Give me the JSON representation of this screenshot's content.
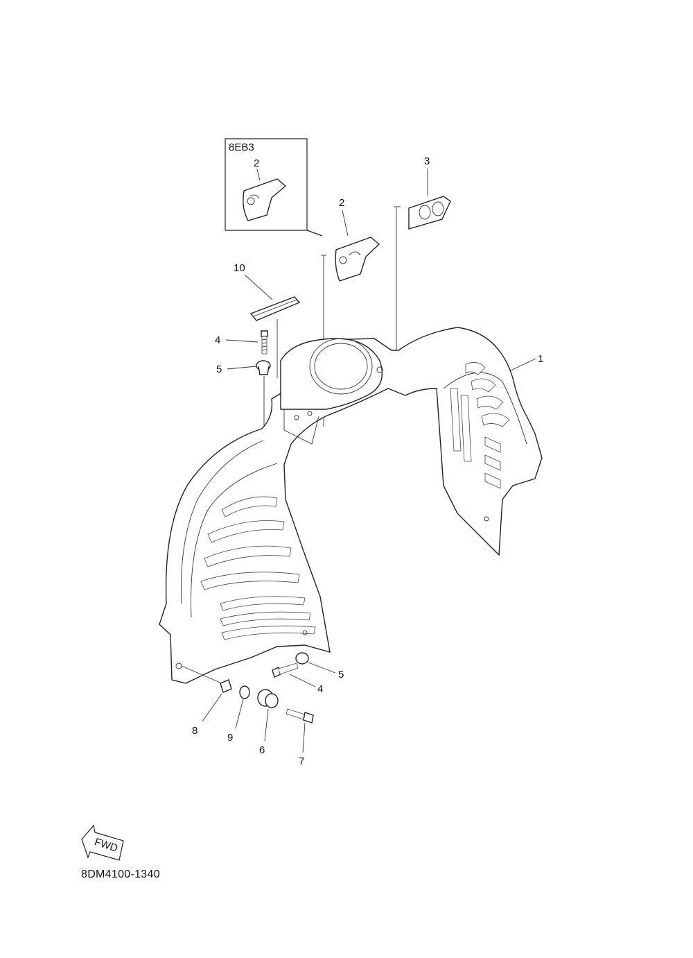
{
  "labels": {
    "inset_code": "8EB3",
    "inset_part": "2",
    "part_1": "1",
    "part_2": "2",
    "part_3": "3",
    "part_4_top": "4",
    "part_5_top": "5",
    "part_4_bottom": "4",
    "part_5_bottom": "5",
    "part_6": "6",
    "part_7": "7",
    "part_8": "8",
    "part_9": "9",
    "part_10": "10"
  },
  "fwd_arrow": "FWD",
  "diagram_code": "8DM4100-1340"
}
